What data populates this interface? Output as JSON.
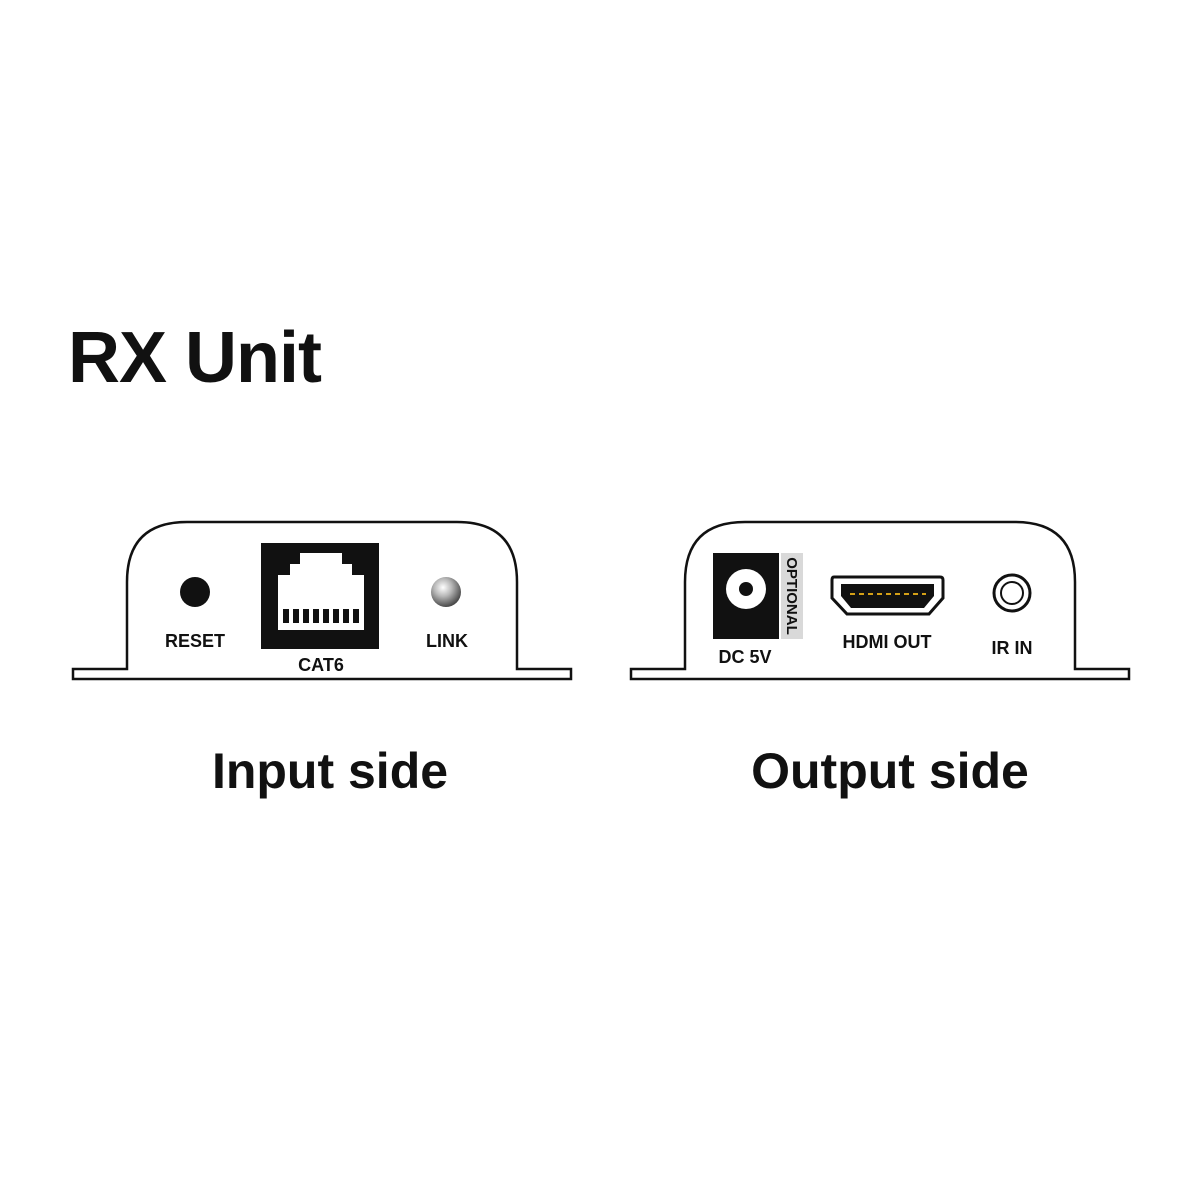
{
  "title": "RX Unit",
  "input_side": {
    "caption": "Input side",
    "ports": {
      "reset": "RESET",
      "cat6": "CAT6",
      "link": "LINK"
    }
  },
  "output_side": {
    "caption": "Output side",
    "ports": {
      "dc": "DC 5V",
      "optional": "OPTIONAL",
      "hdmi": "HDMI OUT",
      "ir": "IR IN"
    }
  },
  "colors": {
    "outline": "#111111",
    "port_fill": "#111111",
    "optional_strip": "#d9d9d9",
    "led_gradient": "#8c8c8c",
    "hdmi_pins": "#d4a017"
  },
  "icons": {
    "reset": "reset-button-icon",
    "cat6": "rj45-port-icon",
    "link": "led-indicator-icon",
    "dc": "dc-jack-icon",
    "hdmi": "hdmi-port-icon",
    "ir": "ir-jack-icon"
  }
}
